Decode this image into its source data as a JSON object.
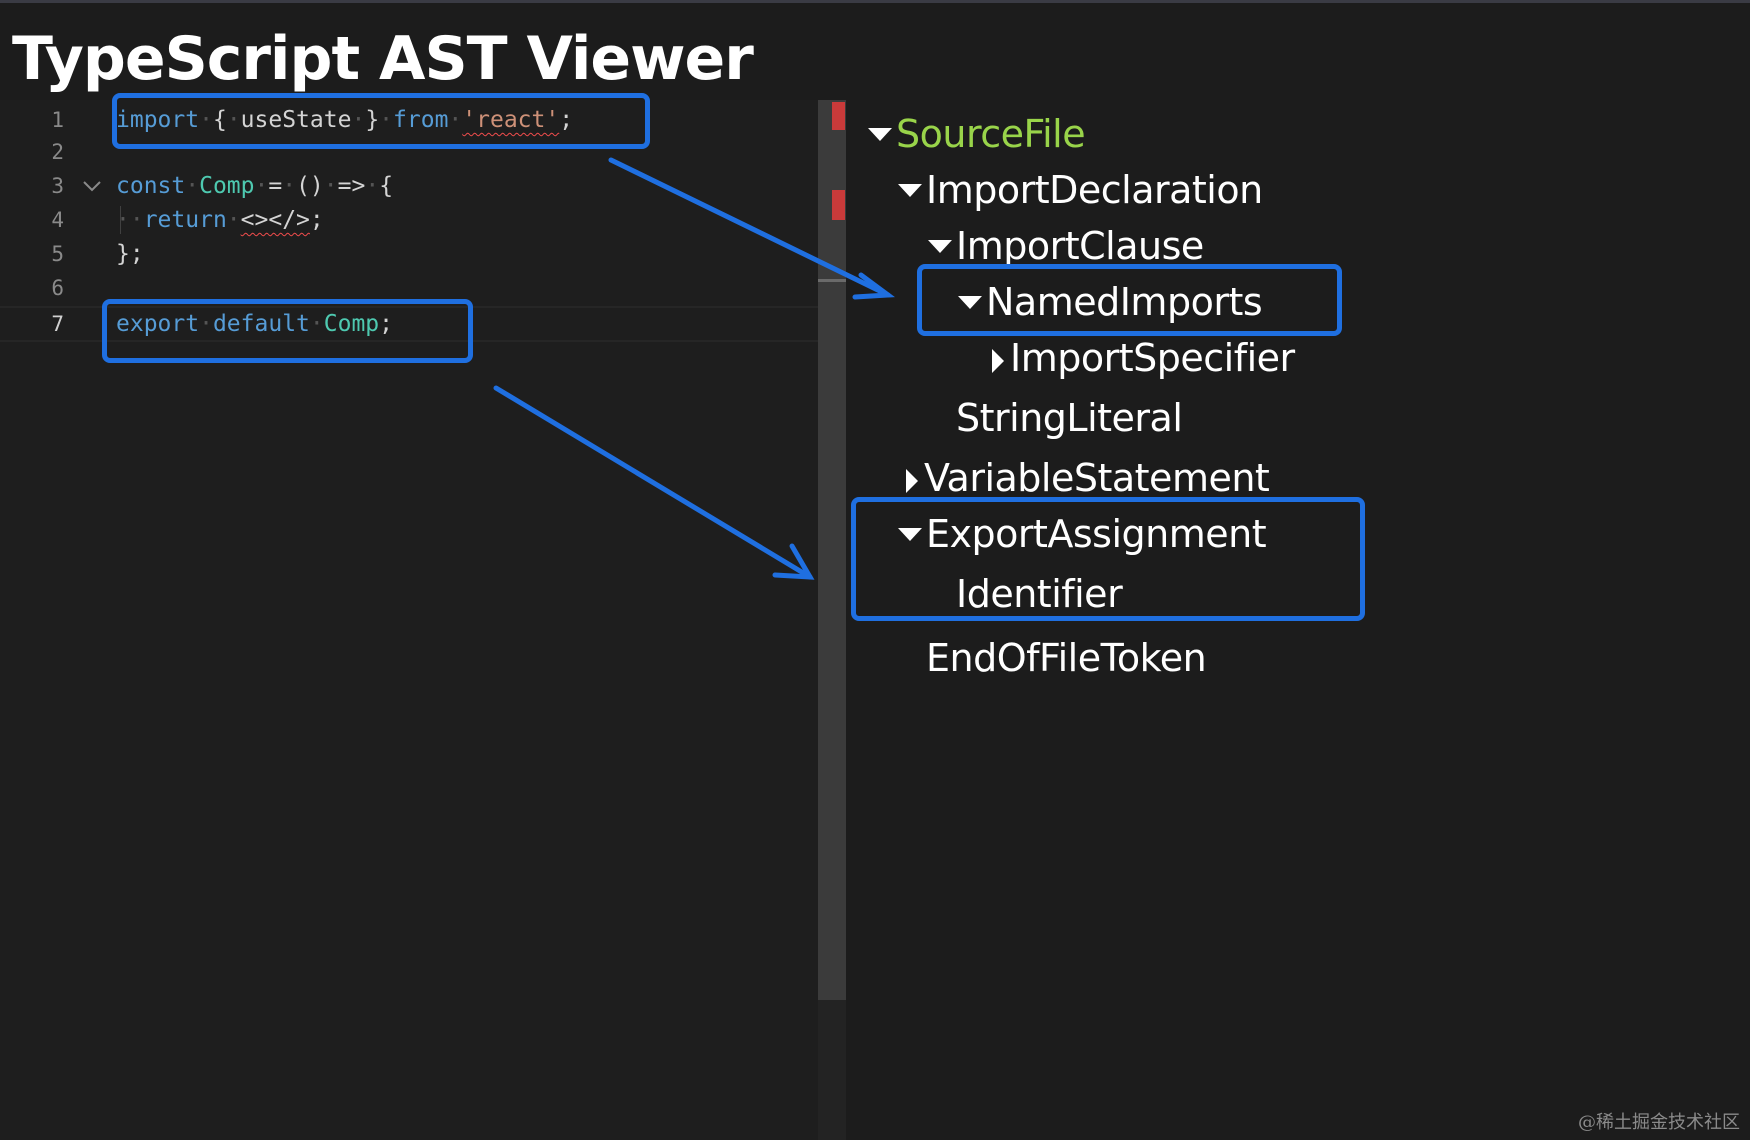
{
  "app_title": "TypeScript AST Viewer",
  "editor": {
    "line_numbers": [
      "1",
      "2",
      "3",
      "4",
      "5",
      "6",
      "7"
    ],
    "fold_icon": "chevron-down-icon",
    "line1": {
      "import_kw": "import",
      "open_brace": "{",
      "ident": "useState",
      "close_brace": "}",
      "from_kw": "from",
      "module": "'react'",
      "semi": ";"
    },
    "line3": {
      "const_kw": "const",
      "name": "Comp",
      "equals": "=",
      "parens": "()",
      "arrow": "=>",
      "open": "{"
    },
    "line4": {
      "return_kw": "return",
      "frag_open": "<>",
      "frag_close": "</>",
      "semi": ";"
    },
    "line5": {
      "close": "};"
    },
    "line7": {
      "export_kw": "export",
      "default_kw": "default",
      "name": "Comp",
      "semi": ";"
    }
  },
  "ast_tree": {
    "nodes": [
      {
        "label": "SourceFile",
        "expander": "caret-down-icon"
      },
      {
        "label": "ImportDeclaration",
        "expander": "caret-down-icon"
      },
      {
        "label": "ImportClause",
        "expander": "caret-down-icon"
      },
      {
        "label": "NamedImports",
        "expander": "caret-down-icon"
      },
      {
        "label": "ImportSpecifier",
        "expander": "caret-right-icon"
      },
      {
        "label": "StringLiteral",
        "expander": ""
      },
      {
        "label": "VariableStatement",
        "expander": "caret-right-icon"
      },
      {
        "label": "ExportAssignment",
        "expander": "caret-down-icon"
      },
      {
        "label": "Identifier",
        "expander": ""
      },
      {
        "label": "EndOfFileToken",
        "expander": ""
      }
    ]
  },
  "colors": {
    "highlight": "#1f6fe0",
    "keyword": "#569cd6",
    "type_name": "#4ec9b0",
    "string": "#ce9178",
    "root_node": "#99d44a",
    "error_marker": "#c93a3a"
  },
  "watermark": "@稀土掘金技术社区"
}
